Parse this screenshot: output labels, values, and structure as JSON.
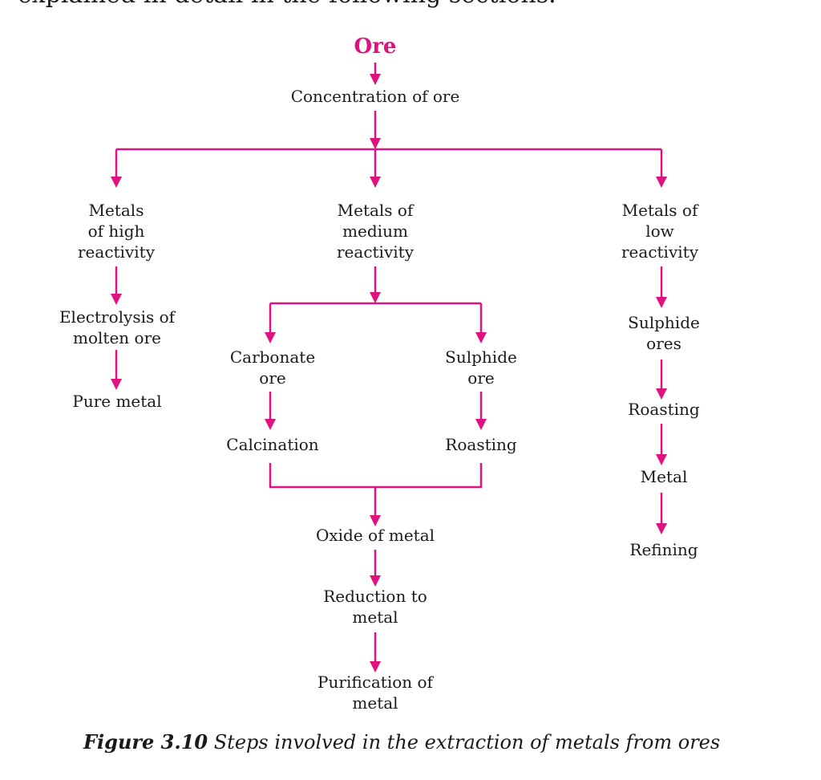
{
  "top_text": "explained in detail in the following sections.",
  "accent_color": "#e0127f",
  "nodes": {
    "ore": [
      "Ore"
    ],
    "concentration": [
      "Concentration of ore"
    ],
    "high": [
      "Metals",
      "of high",
      "reactivity"
    ],
    "medium": [
      "Metals of",
      "medium",
      "reactivity"
    ],
    "low": [
      "Metals of",
      "low",
      "reactivity"
    ],
    "electrolysis": [
      "Electrolysis of",
      "molten ore"
    ],
    "pure_metal": [
      "Pure metal"
    ],
    "carbonate": [
      "Carbonate",
      "ore"
    ],
    "sulphide_ore": [
      "Sulphide",
      "ore"
    ],
    "calcination": [
      "Calcination"
    ],
    "roasting_mid": [
      "Roasting"
    ],
    "oxide": [
      "Oxide of metal"
    ],
    "reduction": [
      "Reduction to",
      "metal"
    ],
    "purification": [
      "Purification of",
      "metal"
    ],
    "sulphide_ores": [
      "Sulphide",
      "ores"
    ],
    "roasting_low": [
      "Roasting"
    ],
    "metal_low": [
      "Metal"
    ],
    "refining": [
      "Refining"
    ]
  },
  "caption": {
    "label": "Figure 3.10",
    "text": " Steps involved in the extraction of metals from ores"
  }
}
